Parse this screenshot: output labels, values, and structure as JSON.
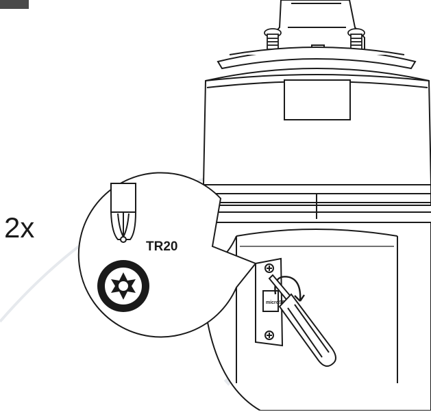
{
  "callout": {
    "quantity_label": "2x",
    "bit_label": "TR20"
  },
  "slot_marking": "microSD",
  "colors": {
    "line": "#1a1a1a",
    "fill": "#ffffff",
    "watermark": "#e3e6ea",
    "corner_tab": "#4a4a4a"
  },
  "icons": [
    "torx-screwdriver-bit-icon",
    "torx-tr20-head-icon",
    "screwdriver-icon",
    "rotation-arrow-icon"
  ]
}
